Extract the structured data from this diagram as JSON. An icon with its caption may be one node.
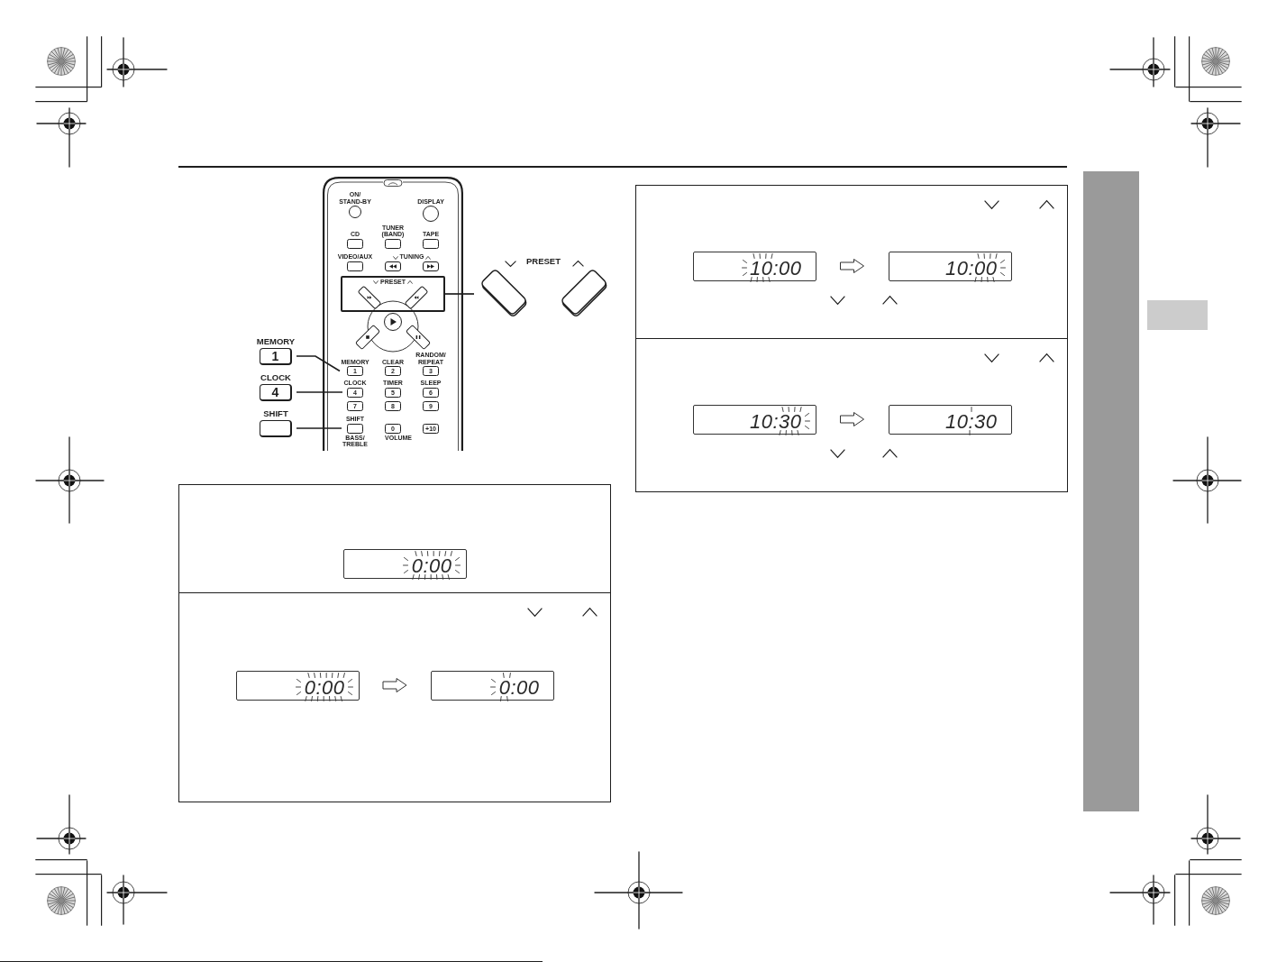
{
  "diagram": {
    "nodes": [
      {
        "text": [],
        "shape": "picture"
      },
      {
        "text": [
          "ON/ STAND-BY"
        ],
        "in": 0
      },
      {
        "text": [
          "DISPLAY"
        ],
        "in": 0
      },
      {
        "text": [
          "CD"
        ],
        "in": 0
      },
      {
        "text": [
          "TUNER (BAND)"
        ],
        "in": 0
      },
      {
        "text": [
          "TAPE"
        ],
        "in": 0
      },
      {
        "text": [
          "VIDEO/AUX"
        ],
        "in": 0
      },
      {
        "text": [
          "PRESET"
        ],
        "in": 0
      },
      {
        "text": [
          "MEMORY",
          "1"
        ],
        "in": 0
      },
      {
        "text": [
          "CLEAR",
          "2"
        ],
        "in": 0
      },
      {
        "text": [
          "RANDOM/ REPEAT",
          "3"
        ],
        "in": 0
      },
      {
        "text": [
          "CLOCK",
          "4"
        ],
        "in": 0
      },
      {
        "text": [
          "TIMER",
          "5"
        ],
        "in": 0
      },
      {
        "text": [
          "SLEEP",
          "6"
        ],
        "in": 0
      },
      {
        "text": [
          "7"
        ],
        "in": 0
      },
      {
        "text": [
          "8"
        ],
        "in": 0
      },
      {
        "text": [
          "9"
        ],
        "in": 0
      },
      {
        "text": [
          "SHIFT"
        ],
        "beside": [
          "BASS/ TREBLE"
        ],
        "in": 0
      },
      {
        "text": [
          "0"
        ],
        "in": 0
      },
      {
        "text": [
          "+10"
        ],
        "in": 0
      },
      {
        "text": [
          "MEMORY",
          "1"
        ]
      },
      {
        "text": [
          "CLOCK",
          "4"
        ]
      },
      {
        "text": [
          "SHIFT"
        ]
      },
      {
        "text": [
          "PRESET"
        ]
      },
      {
        "text": [],
        "shape": "box"
      },
      {
        "text": [
          "0:00"
        ],
        "in": 24
      },
      {
        "text": [],
        "shape": "box"
      },
      {
        "text": [
          "0:00"
        ],
        "in": 26
      },
      {
        "text": [
          "0:00"
        ],
        "in": 26
      },
      {
        "text": [],
        "shape": "box"
      },
      {
        "text": [
          "10:00"
        ],
        "in": 29
      },
      {
        "text": [
          "10:00"
        ],
        "in": 29
      },
      {
        "text": [],
        "shape": "box"
      },
      {
        "text": [
          "10:30"
        ],
        "in": 32
      },
      {
        "text": [
          "10:30"
        ],
        "in": 32
      },
      {
        "text": [],
        "shape": "bar"
      },
      {
        "text": [],
        "shape": "box"
      }
    ],
    "edges": [
      {
        "from": 20,
        "to": 8,
        "arrow": "none"
      },
      {
        "from": 21,
        "to": 11,
        "arrow": "none"
      },
      {
        "from": 22,
        "to": 17,
        "arrow": "none"
      },
      {
        "from": 23,
        "to": 7,
        "arrow": "none"
      },
      {
        "from": 27,
        "to": 28,
        "arrow": "to"
      },
      {
        "from": 30,
        "to": 31,
        "arrow": "to"
      },
      {
        "from": 33,
        "to": 34,
        "arrow": "to"
      }
    ],
    "labels": [
      "TUNING",
      "VOLUME"
    ]
  }
}
